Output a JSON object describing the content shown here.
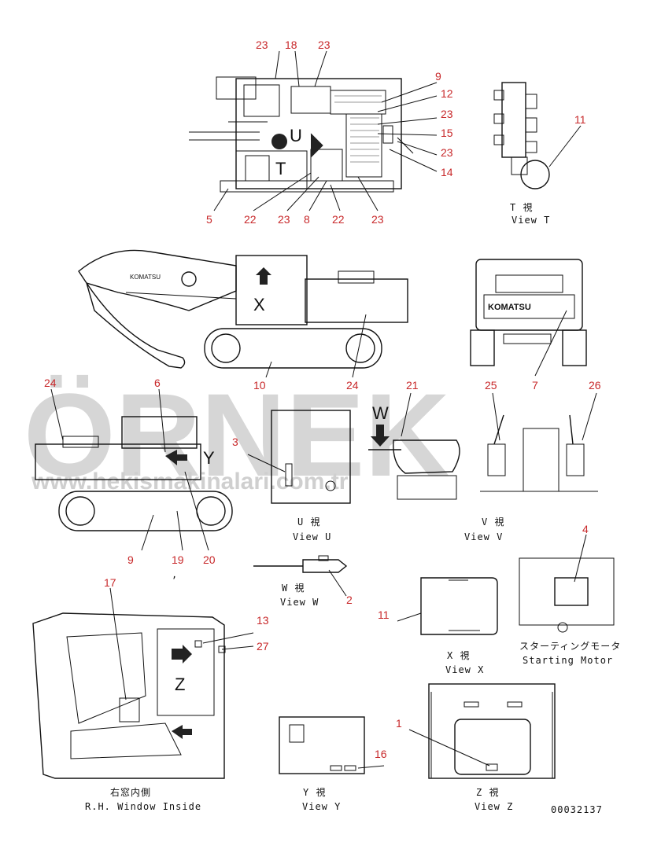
{
  "callouts": {
    "n23a": "23",
    "n18": "18",
    "n23b": "23",
    "n9a": "9",
    "n12": "12",
    "n23c": "23",
    "n15": "15",
    "n23d": "23",
    "n14": "14",
    "n5": "5",
    "n22a": "22",
    "n23e": "23",
    "n8": "8",
    "n22b": "22",
    "n23f": "23",
    "n11a": "11",
    "n10": "10",
    "n24a": "24",
    "n7": "7",
    "n24b": "24",
    "n6": "6",
    "n3": "3",
    "n21": "21",
    "n25": "25",
    "n26": "26",
    "n9b": "9",
    "n19": "19",
    "n20": "20",
    "n2": "2",
    "n11b": "11",
    "n4": "4",
    "n17": "17",
    "n13": "13",
    "n27": "27",
    "n1": "1",
    "n16": "16"
  },
  "view_letters": {
    "u": "U",
    "t": "T",
    "x": "X",
    "y": "Y",
    "w": "W",
    "z": "Z"
  },
  "captions": {
    "view_t_jp": "T 視",
    "view_t_en": "View T",
    "view_u_jp": "U 視",
    "view_u_en": "View U",
    "view_v_jp": "V 視",
    "view_v_en": "View V",
    "view_w_jp": "W 視",
    "view_w_en": "View W",
    "view_x_jp": "X 視",
    "view_x_en": "View X",
    "starting_motor_jp": "スターティングモータ",
    "starting_motor_en": "Starting Motor",
    "rh_window_jp": "右窓内側",
    "rh_window_en": "R.H. Window Inside",
    "view_y_jp": "Y 視",
    "view_y_en": "View Y",
    "view_z_jp": "Z 視",
    "view_z_en": "View Z"
  },
  "misc": {
    "comma": ","
  },
  "brand": {
    "logo_text": "KOMATSU"
  },
  "watermark": {
    "main": "ÖRNEK",
    "url": "www.hekismakinalari.com.tr"
  },
  "drawing_number": "00032137",
  "colors": {
    "callout": "#c8282a",
    "line": "#111111",
    "watermark": "#d6d6d6"
  }
}
